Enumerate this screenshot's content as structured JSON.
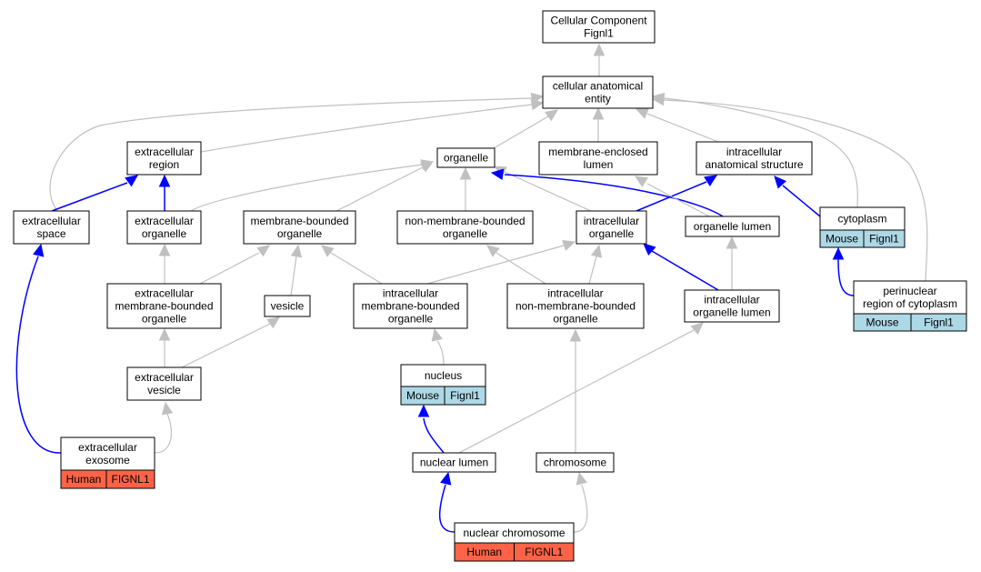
{
  "colors": {
    "mouse": "#add8e6",
    "human": "#ff6347",
    "gray_edge": "#c0c0c0",
    "blue_edge": "#0000ff"
  },
  "nodes": {
    "root": {
      "lines": [
        "Cellular Component",
        "Fignl1"
      ]
    },
    "anat": {
      "lines": [
        "cellular anatomical",
        "entity"
      ]
    },
    "ecregion": {
      "lines": [
        "extracellular",
        "region"
      ]
    },
    "organelle": {
      "lines": [
        "organelle"
      ]
    },
    "memlumen": {
      "lines": [
        "membrane-enclosed",
        "lumen"
      ]
    },
    "icanat": {
      "lines": [
        "intracellular",
        "anatomical structure"
      ]
    },
    "ecspace": {
      "lines": [
        "extracellular",
        "space"
      ]
    },
    "ecorg": {
      "lines": [
        "extracellular",
        "organelle"
      ]
    },
    "membound": {
      "lines": [
        "membrane-bounded",
        "organelle"
      ]
    },
    "nonmem": {
      "lines": [
        "non-membrane-bounded",
        "organelle"
      ]
    },
    "icorg": {
      "lines": [
        "intracellular",
        "organelle"
      ]
    },
    "orglumen": {
      "lines": [
        "organelle lumen"
      ]
    },
    "cytoplasm": {
      "lines": [
        "cytoplasm"
      ],
      "tags": [
        {
          "species": "Mouse",
          "gene": "Fignl1"
        }
      ]
    },
    "ecmb": {
      "lines": [
        "extracellular",
        "membrane-bounded",
        "organelle"
      ]
    },
    "vesicle": {
      "lines": [
        "vesicle"
      ]
    },
    "icmb": {
      "lines": [
        "intracellular",
        "membrane-bounded",
        "organelle"
      ]
    },
    "icnonmb": {
      "lines": [
        "intracellular",
        "non-membrane-bounded",
        "organelle"
      ]
    },
    "icorglumen": {
      "lines": [
        "intracellular",
        "organelle lumen"
      ]
    },
    "perinuc": {
      "lines": [
        "perinuclear",
        "region of cytoplasm"
      ],
      "tags": [
        {
          "species": "Mouse",
          "gene": "Fignl1"
        }
      ]
    },
    "ecvesicle": {
      "lines": [
        "extracellular",
        "vesicle"
      ]
    },
    "nucleus": {
      "lines": [
        "nucleus"
      ],
      "tags": [
        {
          "species": "Mouse",
          "gene": "Fignl1"
        }
      ]
    },
    "exosome": {
      "lines": [
        "extracellular",
        "exosome"
      ],
      "tags": [
        {
          "species": "Human",
          "gene": "FIGNL1"
        }
      ]
    },
    "nuclumen": {
      "lines": [
        "nuclear lumen"
      ]
    },
    "chromosome": {
      "lines": [
        "chromosome"
      ]
    },
    "nucchrom": {
      "lines": [
        "nuclear chromosome"
      ],
      "tags": [
        {
          "species": "Human",
          "gene": "FIGNL1"
        }
      ]
    }
  }
}
